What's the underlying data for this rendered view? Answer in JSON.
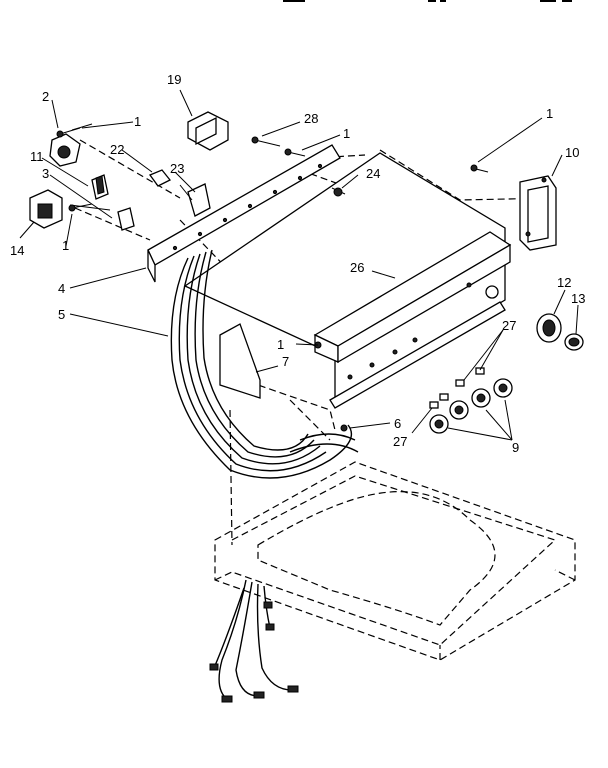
{
  "callouts": {
    "c1a": "1",
    "c1b": "1",
    "c1c": "1",
    "c1d": "1",
    "c1e": "1",
    "c2": "2",
    "c3": "3",
    "c4": "4",
    "c5": "5",
    "c6": "6",
    "c7": "7",
    "c9": "9",
    "c10": "10",
    "c11": "11",
    "c12": "12",
    "c13": "13",
    "c14": "14",
    "c19": "19",
    "c22": "22",
    "c23": "23",
    "c24": "24",
    "c26": "26",
    "c27a": "27",
    "c27b": "27",
    "c28": "28"
  }
}
